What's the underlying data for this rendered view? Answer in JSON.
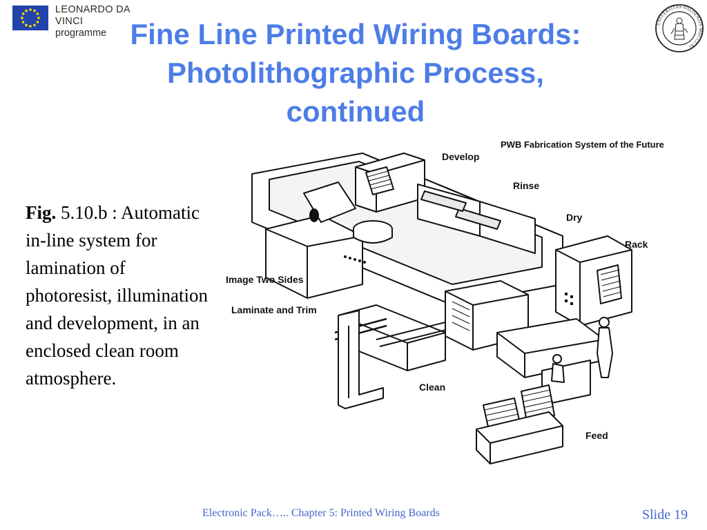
{
  "header": {
    "eu_logo_icon": "eu-flag-icon",
    "programme_line1": "LEONARDO DA VINCI",
    "programme_line2": "programme",
    "seal_icon": "university-seal-icon",
    "seal_text": "UNIVERSITAS OSLOENSIS MDCCCXI"
  },
  "title": {
    "line1": "Fine Line Printed Wiring Boards:",
    "line2": "Photolithographic  Process,",
    "line3": "continued"
  },
  "caption": {
    "label": "Fig.",
    "text": " 5.10.b : Automatic in-line system for lamination of photoresist, illumination and development, in an enclosed clean room atmosphere."
  },
  "figure": {
    "heading": "PWB Fabrication System of the Future",
    "labels": {
      "develop": "Develop",
      "rinse": "Rinse",
      "dry": "Dry",
      "rack": "Rack",
      "image_two_sides": "Image Two Sides",
      "laminate_and_trim": "Laminate and Trim",
      "clean": "Clean",
      "feed": "Feed"
    }
  },
  "footer": {
    "left": "Electronic Pack…..   Chapter 5: Printed Wiring Boards",
    "right": "Slide 19"
  }
}
